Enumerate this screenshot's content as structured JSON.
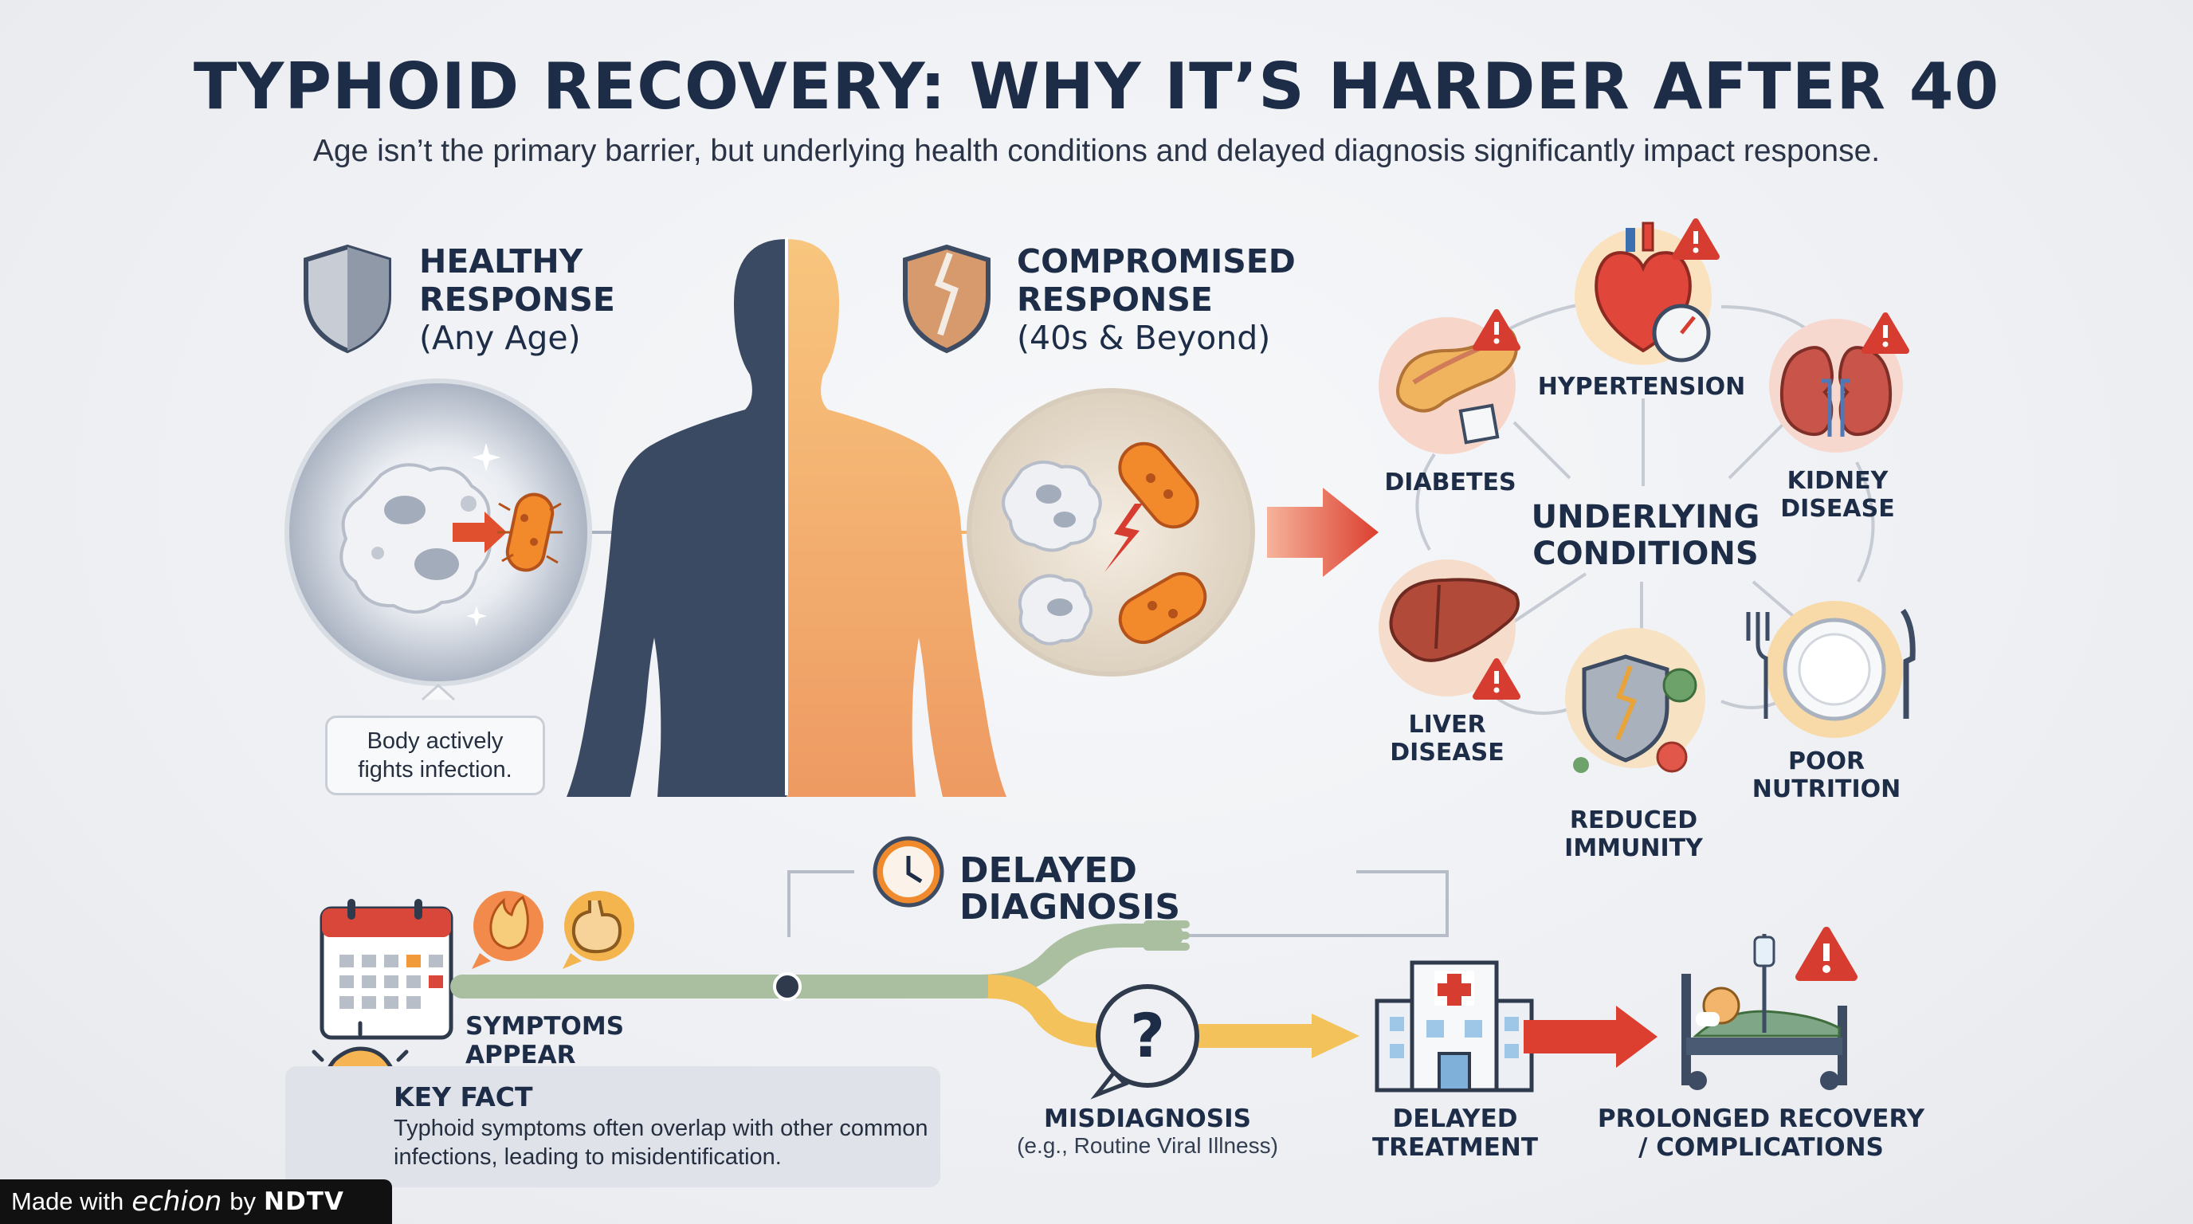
{
  "header": {
    "title": "TYPHOID RECOVERY: WHY IT’S HARDER AFTER 40",
    "subtitle": "Age isn’t the primary barrier, but underlying health conditions and delayed diagnosis significantly impact response."
  },
  "healthy": {
    "title_line1": "HEALTHY",
    "title_line2": "RESPONSE",
    "qualifier": "(Any Age)",
    "callout": "Body actively\nfights infection."
  },
  "compromised": {
    "title_line1": "COMPROMISED",
    "title_line2": "RESPONSE",
    "qualifier": "(40s & Beyond)"
  },
  "conditions": {
    "center_line1": "UNDERLYING",
    "center_line2": "CONDITIONS",
    "items": [
      {
        "label": "HYPERTENSION"
      },
      {
        "label": "DIABETES"
      },
      {
        "label": "KIDNEY\nDISEASE"
      },
      {
        "label": "LIVER\nDISEASE"
      },
      {
        "label": "REDUCED\nIMMUNITY"
      },
      {
        "label": "POOR\nNUTRITION"
      }
    ]
  },
  "diagnosis": {
    "title": "DELAYED DIAGNOSIS",
    "symptoms": "SYMPTOMS APPEAR",
    "misdiagnosis": "MISDIAGNOSIS",
    "misdiagnosis_sub": "(e.g., Routine Viral Illness)",
    "treatment_line1": "DELAYED",
    "treatment_line2": "TREATMENT",
    "outcome_line1": "PROLONGED RECOVERY",
    "outcome_line2": "/ COMPLICATIONS"
  },
  "key_fact": {
    "title": "KEY FACT",
    "body": "Typhoid symptoms often overlap with other common infections, leading to misidentification."
  },
  "credit": {
    "made_with": "Made with",
    "brand": "echion",
    "by": "by",
    "publisher": "NDTV"
  },
  "colors": {
    "navy": "#1e2d47",
    "skin": "#f2b56b",
    "body_dark": "#3b4a63",
    "alert_red": "#d63c2f",
    "bacteria_orange": "#f08a2c",
    "path_green": "#a9bfa0",
    "path_yellow": "#f3c25a"
  }
}
